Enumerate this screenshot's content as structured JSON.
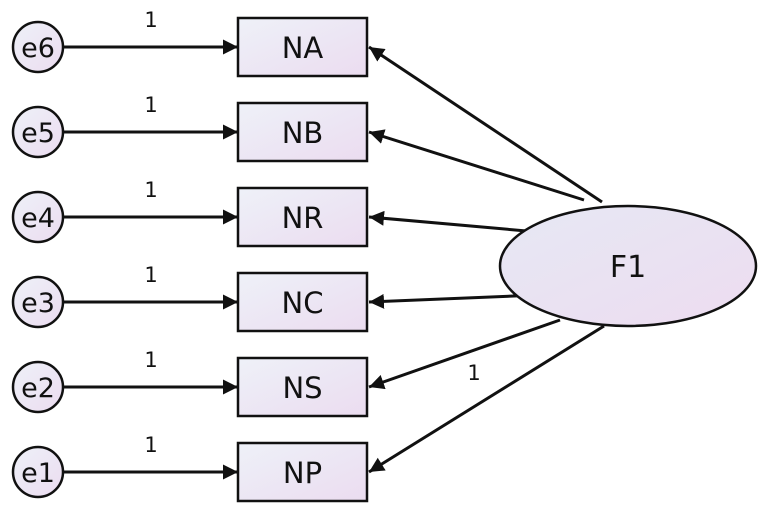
{
  "colors": {
    "stroke": "#111111",
    "fill_light": "#eef1f8",
    "fill_pink": "#ebdcf0"
  },
  "factor": {
    "label": "F1"
  },
  "rows": [
    {
      "error": "e6",
      "indicator": "NA",
      "error_weight": "1",
      "loading": ""
    },
    {
      "error": "e5",
      "indicator": "NB",
      "error_weight": "1",
      "loading": ""
    },
    {
      "error": "e4",
      "indicator": "NR",
      "error_weight": "1",
      "loading": ""
    },
    {
      "error": "e3",
      "indicator": "NC",
      "error_weight": "1",
      "loading": ""
    },
    {
      "error": "e2",
      "indicator": "NS",
      "error_weight": "1",
      "loading": "1"
    },
    {
      "error": "e1",
      "indicator": "NP",
      "error_weight": "1",
      "loading": ""
    }
  ]
}
